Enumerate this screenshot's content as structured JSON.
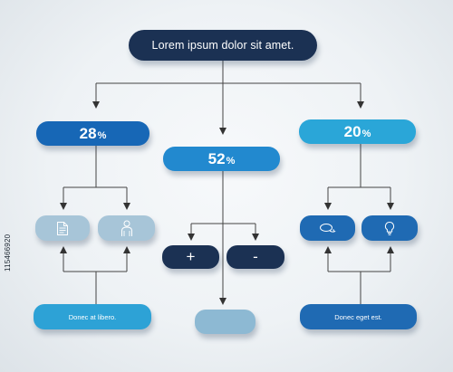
{
  "diagram": {
    "title": "Lorem ipsum dolor sit amet.",
    "branches": [
      {
        "value": "28",
        "unit": "%",
        "color": "#1767b6"
      },
      {
        "value": "52",
        "unit": "%",
        "color": "#2289cf"
      },
      {
        "value": "20",
        "unit": "%",
        "color": "#2aa6d8"
      }
    ],
    "icons": [
      "document-icon",
      "person-icon",
      "speech-bubble-icon",
      "lightbulb-icon"
    ],
    "operators": {
      "plus": "+",
      "minus": "-"
    },
    "footers": {
      "left": "Donec at libero.",
      "middle": "",
      "right": "Donec eget est."
    }
  },
  "stock_id": "115466920"
}
